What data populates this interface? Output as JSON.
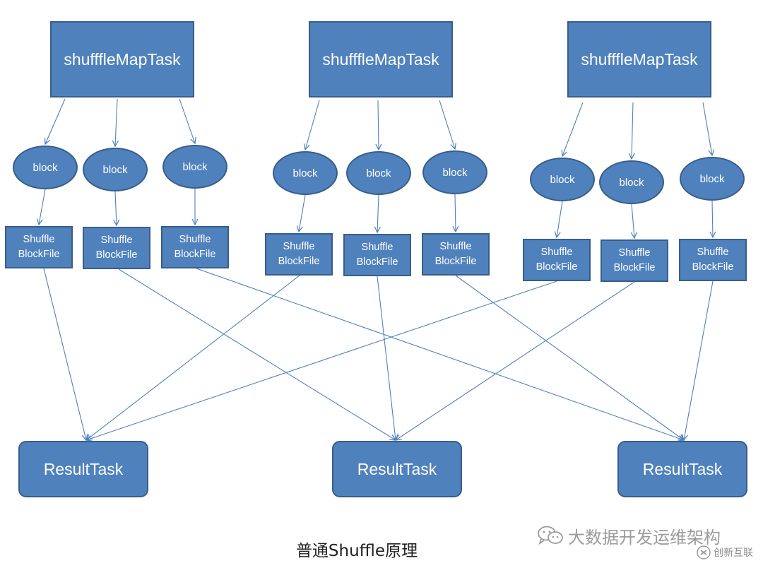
{
  "diagram": {
    "map_tasks": [
      {
        "id": "m1",
        "label": "shufffleMapTask"
      },
      {
        "id": "m2",
        "label": "shufffleMapTask"
      },
      {
        "id": "m3",
        "label": "shufffleMapTask"
      }
    ],
    "blocks": [
      {
        "id": "b1",
        "label": "block",
        "from": "m1"
      },
      {
        "id": "b2",
        "label": "block",
        "from": "m1"
      },
      {
        "id": "b3",
        "label": "block",
        "from": "m1"
      },
      {
        "id": "b4",
        "label": "block",
        "from": "m2"
      },
      {
        "id": "b5",
        "label": "block",
        "from": "m2"
      },
      {
        "id": "b6",
        "label": "block",
        "from": "m2"
      },
      {
        "id": "b7",
        "label": "block",
        "from": "m3"
      },
      {
        "id": "b8",
        "label": "block",
        "from": "m3"
      },
      {
        "id": "b9",
        "label": "block",
        "from": "m3"
      }
    ],
    "block_files": [
      {
        "id": "f1",
        "line1": "Shuffle",
        "line2": "BlockFile",
        "from": "b1",
        "to": "r1"
      },
      {
        "id": "f2",
        "line1": "Shuffle",
        "line2": "BlockFile",
        "from": "b2",
        "to": "r2"
      },
      {
        "id": "f3",
        "line1": "Shuffle",
        "line2": "BlockFile",
        "from": "b3",
        "to": "r3"
      },
      {
        "id": "f4",
        "line1": "Shuffle",
        "line2": "BlockFile",
        "from": "b4",
        "to": "r1"
      },
      {
        "id": "f5",
        "line1": "Shuffle",
        "line2": "BlockFile",
        "from": "b5",
        "to": "r2"
      },
      {
        "id": "f6",
        "line1": "Shuffle",
        "line2": "BlockFile",
        "from": "b6",
        "to": "r3"
      },
      {
        "id": "f7",
        "line1": "Shuffle",
        "line2": "BlockFile",
        "from": "b7",
        "to": "r1"
      },
      {
        "id": "f8",
        "line1": "Shuffle",
        "line2": "BlockFile",
        "from": "b8",
        "to": "r2"
      },
      {
        "id": "f9",
        "line1": "Shuffle",
        "line2": "BlockFile",
        "from": "b9",
        "to": "r3"
      }
    ],
    "result_tasks": [
      {
        "id": "r1",
        "label": "ResultTask"
      },
      {
        "id": "r2",
        "label": "ResultTask"
      },
      {
        "id": "r3",
        "label": "ResultTask"
      }
    ],
    "caption": "普通Shuffle原理"
  },
  "watermark": {
    "icon": "wechat-icon",
    "text": "大数据开发运维架构"
  },
  "brand": {
    "icon": "brand-logo-icon",
    "text": "创新互联"
  },
  "colors": {
    "box_fill": "#4f81bd",
    "box_border": "#385d8a",
    "arrow": "#4f81bd",
    "text": "#ffffff"
  }
}
